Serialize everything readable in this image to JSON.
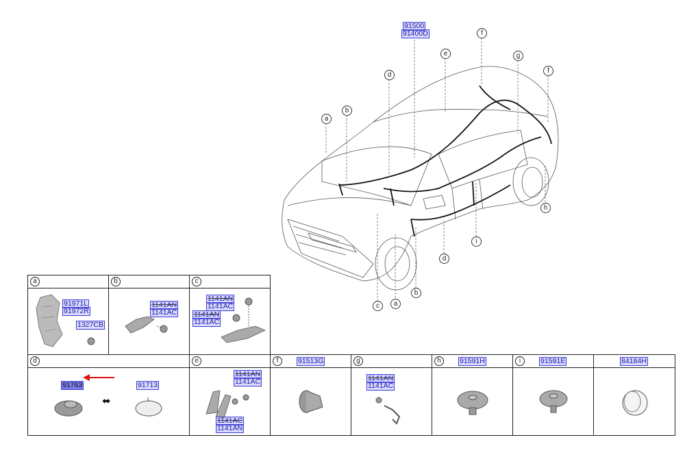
{
  "diagram": {
    "main_parts": [
      "91500",
      "91400D"
    ],
    "callouts": {
      "f1": "f",
      "e": "e",
      "g": "g",
      "f2": "f",
      "d1": "d",
      "a1": "a",
      "b1": "b",
      "h": "h",
      "i": "i",
      "d2": "d",
      "c": "c",
      "a2": "a",
      "b2": "b"
    }
  },
  "cells": {
    "a": {
      "letter": "a",
      "parts": [
        "91971L",
        "91972R",
        "1327CB"
      ]
    },
    "b": {
      "letter": "b",
      "parts": [
        "1141AN",
        "1141AC"
      ]
    },
    "c": {
      "letter": "c",
      "parts": [
        "1141AN",
        "1141AC",
        "1141AN",
        "1141AC"
      ]
    },
    "d": {
      "letter": "d",
      "parts": [
        "91763",
        "91713"
      ],
      "swap_symbol": "⬌"
    },
    "e": {
      "letter": "e",
      "parts": [
        "1141AN",
        "1141AC",
        "1141AC",
        "1141AN"
      ]
    },
    "f": {
      "letter": "f",
      "part": "91513G"
    },
    "g": {
      "letter": "g",
      "parts": [
        "1141AN",
        "1141AC"
      ]
    },
    "h": {
      "letter": "h",
      "part": "91591H"
    },
    "i": {
      "letter": "i",
      "part": "91591E"
    },
    "j": {
      "part": "84184H"
    }
  },
  "colors": {
    "highlight": "#3b3bd6",
    "arrow": "#e01010",
    "line": "#222222"
  }
}
